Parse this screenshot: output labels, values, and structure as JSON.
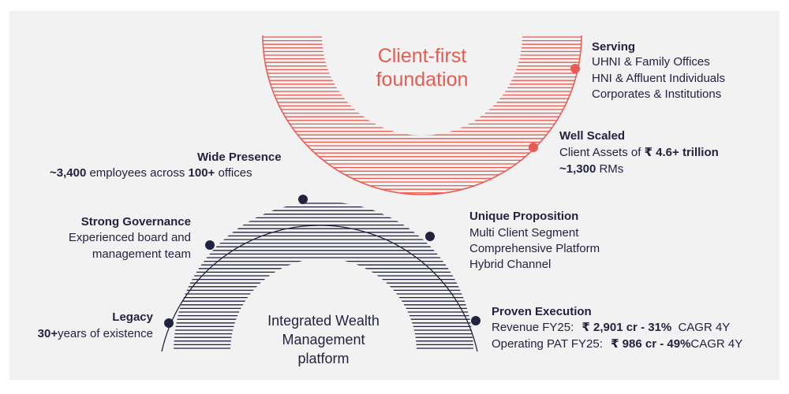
{
  "top_arc": {
    "title_line1": "Client-first",
    "title_line2": "foundation"
  },
  "serving": {
    "heading": "Serving",
    "items": [
      "UHNI & Family Offices",
      "HNI & Affluent Individuals",
      "Corporates & Institutions"
    ]
  },
  "well_scaled": {
    "heading": "Well Scaled",
    "assets_prefix": "Client Assets of",
    "assets_value": "₹ 4.6+ trillion",
    "rms_value": "~1,300",
    "rms_suffix": "RMs"
  },
  "wide_presence": {
    "heading": "Wide Presence",
    "employees_value": "~3,400",
    "employees_text": "employees across",
    "offices_value": "100+",
    "offices_text": "offices"
  },
  "strong_governance": {
    "heading": "Strong Governance",
    "line1": "Experienced board and",
    "line2": "management team"
  },
  "unique_proposition": {
    "heading": "Unique Proposition",
    "items": [
      "Multi Client Segment",
      "Comprehensive Platform",
      "Hybrid Channel"
    ]
  },
  "legacy": {
    "heading": "Legacy",
    "years_value": "30+",
    "years_text": "years of existence"
  },
  "proven_execution": {
    "heading": "Proven Execution",
    "revenue_label": "Revenue FY25:",
    "revenue_value": "₹ 2,901 cr",
    "revenue_growth": "- 31%",
    "revenue_cagr": "CAGR 4Y",
    "pat_label": "Operating PAT FY25:",
    "pat_value": "₹ 986 cr",
    "pat_growth": "- 49%",
    "pat_cagr": "CAGR 4Y"
  },
  "bottom_arc": {
    "title_line1": "Integrated Wealth",
    "title_line2": "Management",
    "title_line3": "platform"
  },
  "colors": {
    "accent_red": "#e95a50",
    "navy": "#23233f",
    "panel_bg": "#f2f2f2"
  }
}
